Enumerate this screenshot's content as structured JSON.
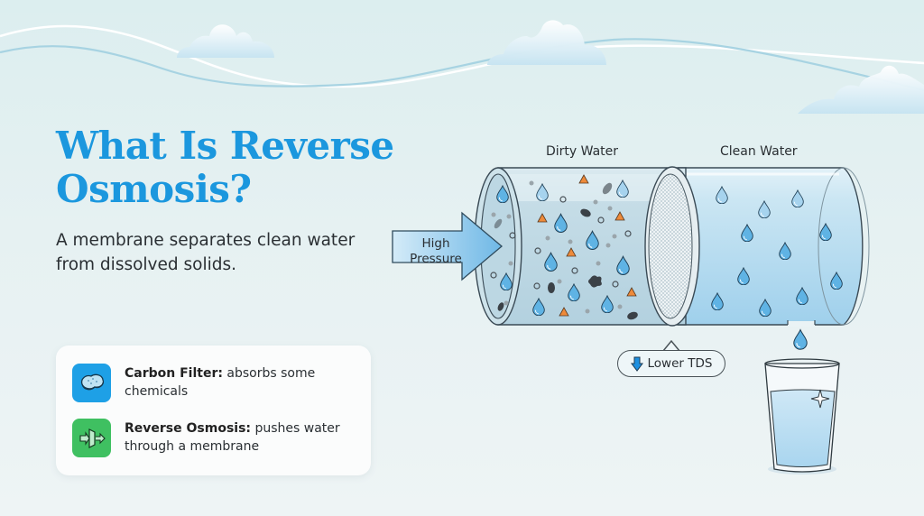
{
  "header": {
    "title": "What Is Reverse Osmosis?",
    "subtitle": "A membrane separates clean water from dissolved solids."
  },
  "legend_card": {
    "items": [
      {
        "icon": "sponge-icon",
        "term": "Carbon Filter:",
        "description": "absorbs some chemicals",
        "color": "#1ea0e6"
      },
      {
        "icon": "membrane-arrows-icon",
        "term": "Reverse Osmosis:",
        "description": "pushes water through a membrane",
        "color": "#3fc061"
      }
    ]
  },
  "diagram": {
    "pressure_label": "High Pressure",
    "dirty_label": "Dirty Water",
    "clean_label": "Clean Water",
    "tds_label": "Lower TDS",
    "tds_icon": "arrow-down-icon"
  },
  "colors": {
    "accent": "#1b97de",
    "background": "#e6f1f2",
    "contaminant_orange": "#ee8a3a",
    "water": "#bfe0f2"
  }
}
